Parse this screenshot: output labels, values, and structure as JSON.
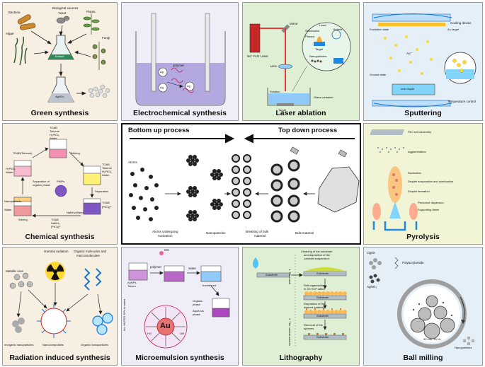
{
  "colors": {
    "beige": "#f8efe3",
    "lavender": "#efeef8",
    "green": "#dfefd3",
    "lightblue": "#e4eff8",
    "yellow_green": "#f1f5d5"
  },
  "green": {
    "title": "Green synthesis",
    "bio": "Biological sources",
    "bacteria": "Bacteria",
    "yeast": "Yeast",
    "plants": "Plants",
    "algae": "Algae",
    "fungi": "Fungi",
    "extract": "Extract",
    "agno3": "AgNO₃"
  },
  "electro": {
    "title": "Electrochemical synthesis",
    "polymer": "polymer",
    "ag": "Ag"
  },
  "laser": {
    "title": "Laser ablation",
    "mirror": "Mirror",
    "nd": "Nd: YAG Laser",
    "lens": "Lens",
    "laser": "Laser",
    "shockwave": "Shockwave",
    "plasma": "Plasma",
    "bubble": "Bubble",
    "target": "Target",
    "nanoparticles": "Nanoparticles",
    "solution": "Solution",
    "glass": "Glass container",
    "target2": "Target"
  },
  "sputter": {
    "title": "Sputtering",
    "cooling": "Cooling device",
    "excitation": "Excitation state",
    "au_target": "Au target",
    "au": "Au⁺",
    "ground": "Ground state",
    "ionic": "Ionic liquid",
    "temp": "Temperature control"
  },
  "chem": {
    "title": "Chemical synthesis",
    "toab1": "TOAB",
    "toab1b": "Toluene",
    "toab1c": "H₂PtCl₆",
    "toab1d": "Water",
    "toab_tol": "TOAB(Toluene)",
    "stirring1": "Stirring",
    "h2ptcl": "H₂PtCl₆",
    "water1": "Water",
    "toab2": "TOAB",
    "toab2b": "Toluene",
    "toab2c": "H₂PtCl₆",
    "toab2d": "Water",
    "sep_org": "Separation of",
    "sep_org2": "organic phase",
    "pnps": "PtNPs",
    "separation": "Separation",
    "nanoparticles": "Nanoparticles",
    "water2": "Water",
    "toab3": "TOAB",
    "toab3b": "[PtCl₆]²⁻",
    "nabh4": "NaBH₄/Water",
    "stirring2": "Stirring",
    "toab4": "TOAB",
    "toab4b": "NaBH₄",
    "toab4c": "[PtCl₆]²⁻"
  },
  "center": {
    "bottom_up": "Bottom up process",
    "top_down": "Top down process",
    "atoms": "Atoms",
    "atoms_nuc": "Atoms undergoing",
    "atoms_nuc2": "nucleation",
    "nanoparticles": "Nanoparticles",
    "breaking": "Breaking of bulk",
    "breaking2": "material",
    "bulk": "Bulk material"
  },
  "pyro": {
    "title": "Pyrolysis",
    "film": "Film self-assembly",
    "agglom": "Agglomeration",
    "nucleation": "Nucleation",
    "droplet_evap": "Droplet evaporation and combustion",
    "droplet_form": "Droplet formation",
    "precursor": "Precursor dispersion",
    "flame": "Supporting flame"
  },
  "radiation": {
    "title": "Radiation induced synthesis",
    "gamma": "Gamma radiation",
    "organic": "Organic molecules and",
    "organic2": "macromolecules",
    "metallic": "Metallic ions",
    "inorganic": "Inorganic nanoparticles",
    "nanocomposites": "Nanocomposites",
    "organic_np": "Organic nanoparticles"
  },
  "micro": {
    "title": "Microemulsion synthesis",
    "oh": "OH",
    "polymer": "polymer",
    "aunps": "AuNPs",
    "toluen": "Toluen",
    "water": "water",
    "transferred": "transferred",
    "organic": "Organic",
    "organic2": "phase",
    "aqueous": "Aqueous",
    "aqueous2": "phase",
    "au": "Au",
    "side": "Au- MUTES NPs in water",
    "ho": "HO",
    "oh2": "OH"
  },
  "litho": {
    "title": "Lithography",
    "cleaning": "Cleaning of the substrate",
    "cleaning2": "and deposition of the",
    "cleaning3": "colloidal suspension",
    "substrate": "Substrate",
    "self_org": "Self-organization",
    "self_org2": "in 2D HCP lattice",
    "deposition": "Deposition of the",
    "deposition2": "desired material",
    "removal": "Removal of the",
    "removal2": "spheres",
    "side1": "1. The mask",
    "side2": "2. The nanostructures"
  },
  "ball": {
    "title": "Ball milling",
    "lignin": "Lignin",
    "polyacrylamide": "Polyacrylamide",
    "agno3": "AgNO₃",
    "speed": "90 min, 30 Hz",
    "nanoparticles": "Nanoparticles"
  }
}
